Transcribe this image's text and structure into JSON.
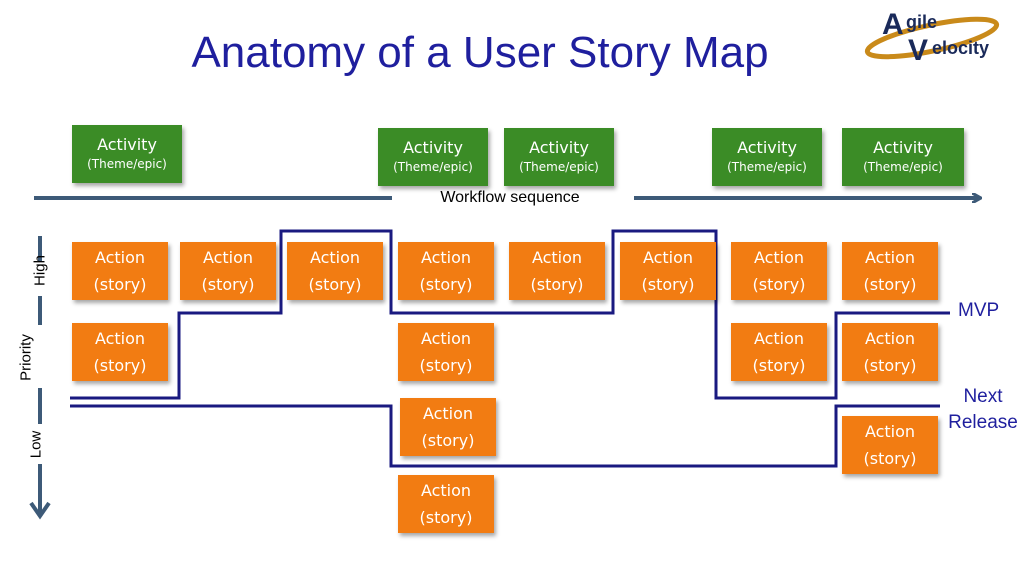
{
  "title": "Anatomy of a User Story Map",
  "logo": {
    "text_top": "gile",
    "text_bottom": "elocity",
    "letter_a": "A",
    "letter_v": "V"
  },
  "workflow_label": "Workflow sequence",
  "axis": {
    "high": "High",
    "priority": "Priority",
    "low": "Low"
  },
  "release_labels": {
    "mvp": "MVP",
    "next_line1": "Next",
    "next_line2": "Release"
  },
  "activity": {
    "line1": "Activity",
    "line2": "(Theme/epic)"
  },
  "action": {
    "line1": "Action",
    "line2": "(story)"
  },
  "colors": {
    "activity": "#3b8c26",
    "action": "#f27c12",
    "release_line": "#1a1a80",
    "arrow": "#3d5a78",
    "title": "#1f1f9e"
  }
}
